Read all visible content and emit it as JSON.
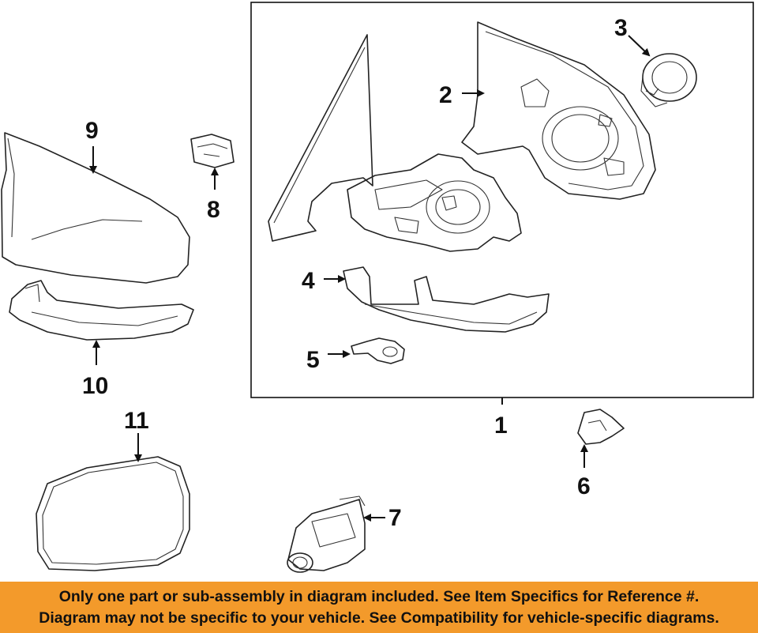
{
  "callouts": {
    "c1": "1",
    "c2": "2",
    "c3": "3",
    "c4": "4",
    "c5": "5",
    "c6": "6",
    "c7": "7",
    "c8": "8",
    "c9": "9",
    "c10": "10",
    "c11": "11"
  },
  "notice": {
    "line1": "Only one part or sub-assembly in diagram included. See Item Specifics for Reference #.",
    "line2": "Diagram may not be specific to your vehicle. See Compatibility for vehicle-specific diagrams."
  },
  "colors": {
    "notice_background": "#f39a2b",
    "line_art": "#222222",
    "background": "#ffffff"
  }
}
